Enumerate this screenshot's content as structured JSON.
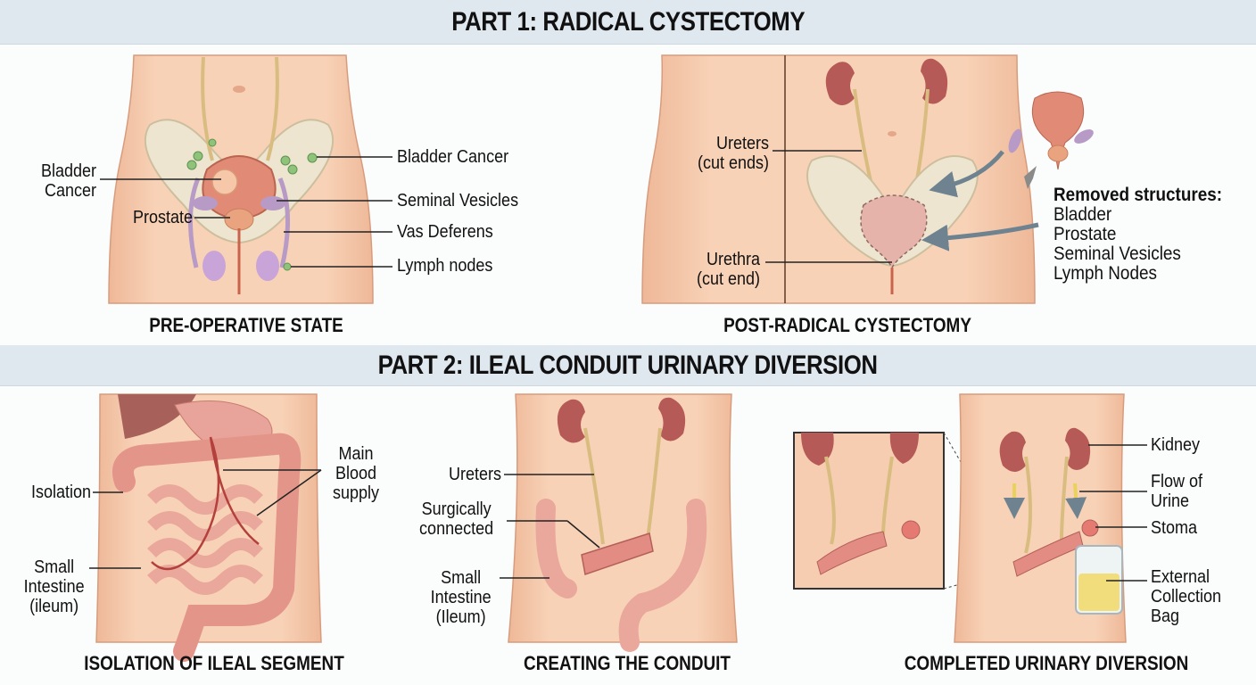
{
  "part1": {
    "title": "PART 1: RADICAL CYSTECTOMY",
    "panels": [
      {
        "caption": "PRE-OPERATIVE STATE",
        "labels": {
          "bladder_cancer_left": [
            "Bladder",
            "Cancer"
          ],
          "prostate": "Prostate",
          "bladder_cancer_right": "Bladder Cancer",
          "seminal_vesicles": "Seminal Vesicles",
          "vas_deferens": "Vas Deferens",
          "lymph_nodes": "Lymph nodes"
        }
      },
      {
        "caption": "POST-RADICAL CYSTECTOMY",
        "labels": {
          "ureters": [
            "Ureters",
            "(cut ends)"
          ],
          "urethra": [
            "Urethra",
            "(cut end)"
          ]
        },
        "removed": {
          "heading": "Removed structures:",
          "items": [
            "Bladder",
            "Prostate",
            "Seminal Vesicles",
            "Lymph Nodes"
          ]
        }
      }
    ]
  },
  "part2": {
    "title": "PART 2: ILEAL CONDUIT URINARY DIVERSION",
    "panels": [
      {
        "caption": "ISOLATION OF ILEAL SEGMENT",
        "labels": {
          "isolation": "Isolation",
          "blood_supply": [
            "Main",
            "Blood",
            "supply"
          ],
          "small_intestine": [
            "Small",
            "Intestine",
            "(ileum)"
          ]
        }
      },
      {
        "caption": "CREATING THE CONDUIT",
        "labels": {
          "ureters": "Ureters",
          "surgically_connected": [
            "Surgically",
            "connected"
          ],
          "small_intestine": [
            "Small",
            "Intestine",
            "(Ileum)"
          ]
        }
      },
      {
        "caption": "COMPLETED URINARY DIVERSION",
        "labels": {
          "kidney": "Kidney",
          "flow_of_urine": [
            "Flow of",
            "Urine"
          ],
          "stoma": "Stoma",
          "collection_bag": [
            "External",
            "Collection",
            "Bag"
          ]
        }
      }
    ]
  },
  "colors": {
    "band": "#dfe7ef",
    "skin": "#f6cdb0",
    "skin_dark": "#e7ad8d",
    "pelvis": "#ede5cf",
    "bladder": "#e18a76",
    "kidney": "#b55a57",
    "ureter": "#d9bd80",
    "lymph": "#8fc27a",
    "vesicle": "#b79ac5",
    "intestine": "#eaa79c",
    "urine": "#f1dd7c",
    "arrow_gray": "#6e8290"
  }
}
